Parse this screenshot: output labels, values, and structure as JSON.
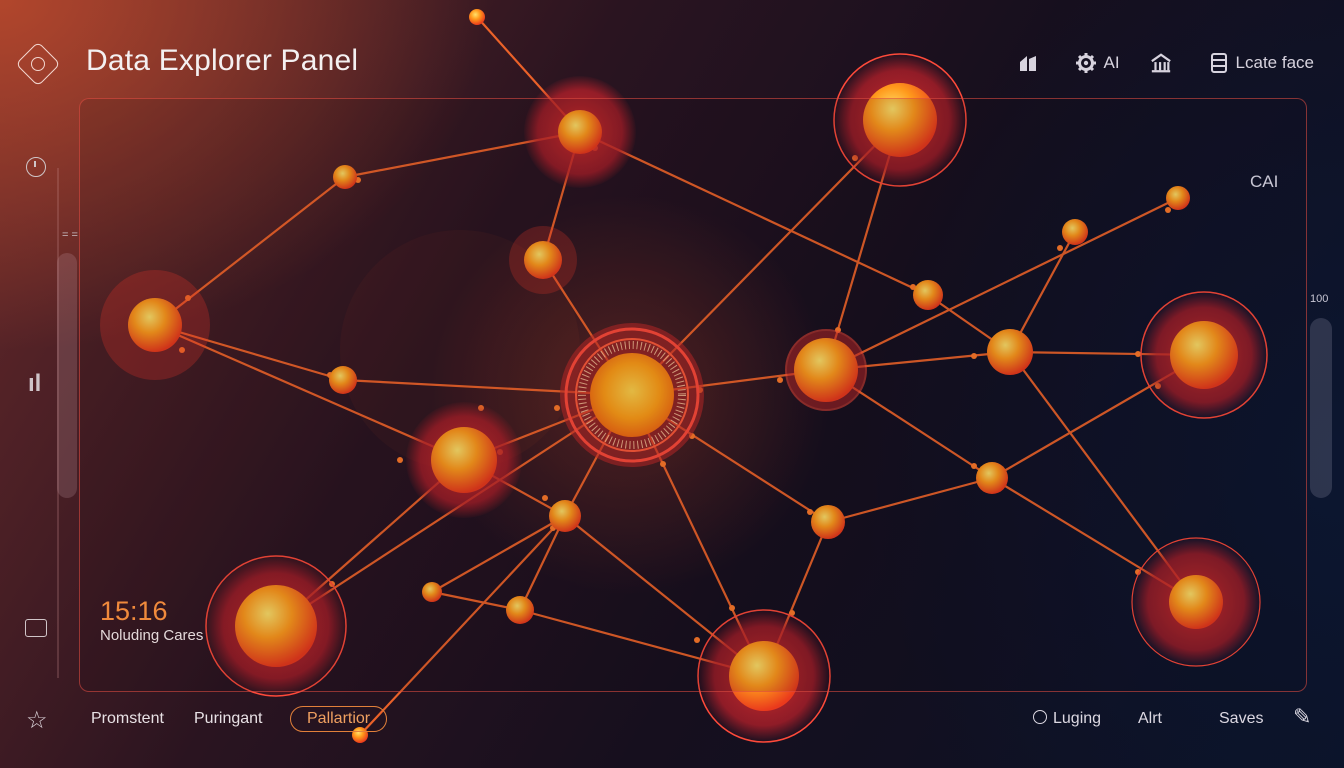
{
  "header": {
    "title": "Data Explorer Panel",
    "actions": [
      {
        "icon": "chart-icon",
        "label": ""
      },
      {
        "icon": "gear-icon",
        "label": "AI"
      },
      {
        "icon": "bank-icon",
        "label": ""
      },
      {
        "icon": "database-icon",
        "label": "Lcate face"
      }
    ]
  },
  "panel": {
    "right_badge": "CAI",
    "right_scale": "100",
    "left_marker": "= ="
  },
  "overlay": {
    "time": "15:16",
    "subtitle": "Noluding Cares"
  },
  "bottom": {
    "tabs": [
      "Promstent",
      "Puringant",
      "Pallartior"
    ],
    "active_tab": "Pallartior",
    "right_items": [
      "Luging",
      "Alrt",
      "Saves"
    ]
  },
  "colors": {
    "accent": "#e2803a",
    "node_core": "#ff8a1c",
    "node_halo": "#c82a2a",
    "edge": "#ff7a2a"
  }
}
